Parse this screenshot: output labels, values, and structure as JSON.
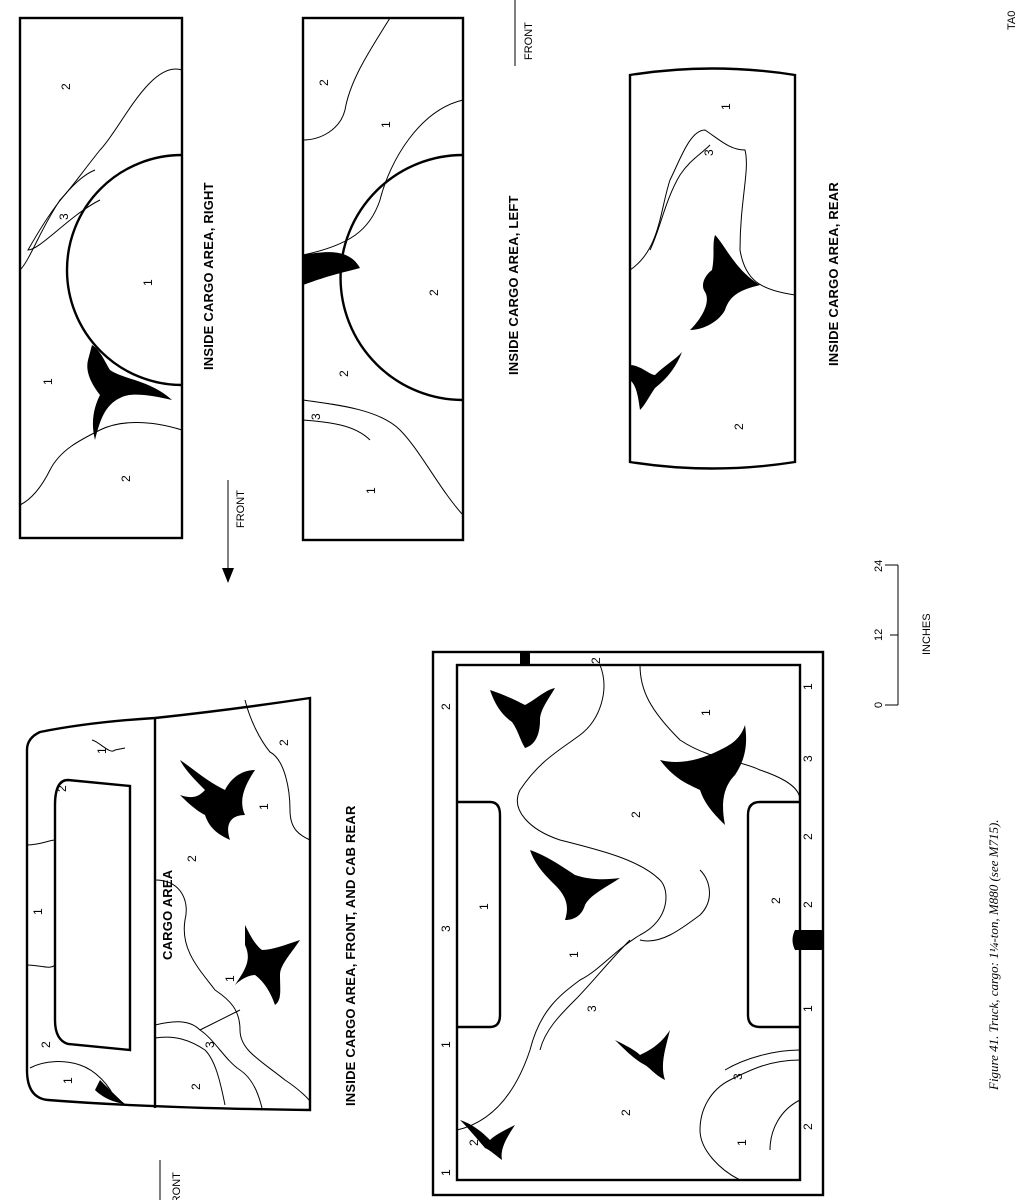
{
  "panels": {
    "right": {
      "title": "INSIDE CARGO AREA, RIGHT",
      "zones": [
        "2",
        "3",
        "1",
        "1",
        "2"
      ]
    },
    "left": {
      "title": "INSIDE CARGO AREA, LEFT",
      "zones": [
        "2",
        "1",
        "2",
        "2",
        "3",
        "1"
      ]
    },
    "rear": {
      "title": "INSIDE CARGO AREA, REAR",
      "zones": [
        "1",
        "3",
        "2"
      ]
    },
    "front_cab": {
      "title": "INSIDE CARGO AREA, FRONT, AND CAB REAR",
      "zones": [
        "1",
        "2",
        "1",
        "2",
        "1",
        "2",
        "2",
        "1",
        "1",
        "3",
        "2"
      ]
    },
    "cargo": {
      "title": "CARGO AREA",
      "zones": [
        "2",
        "2",
        "1",
        "1",
        "3",
        "1",
        "2",
        "2",
        "1",
        "3",
        "2",
        "1",
        "3",
        "1",
        "2",
        "1",
        "3",
        "2",
        "1",
        "2",
        "2"
      ]
    }
  },
  "direction_labels": [
    "FRONT",
    "FRONT",
    "FRONT"
  ],
  "scale": {
    "unit": "INCHES",
    "ticks": [
      "0",
      "12",
      "24"
    ]
  },
  "caption": "Figure 41.  Truck, cargo: 1¼-ton, M880 (see M715).",
  "figure_code": "TA0"
}
